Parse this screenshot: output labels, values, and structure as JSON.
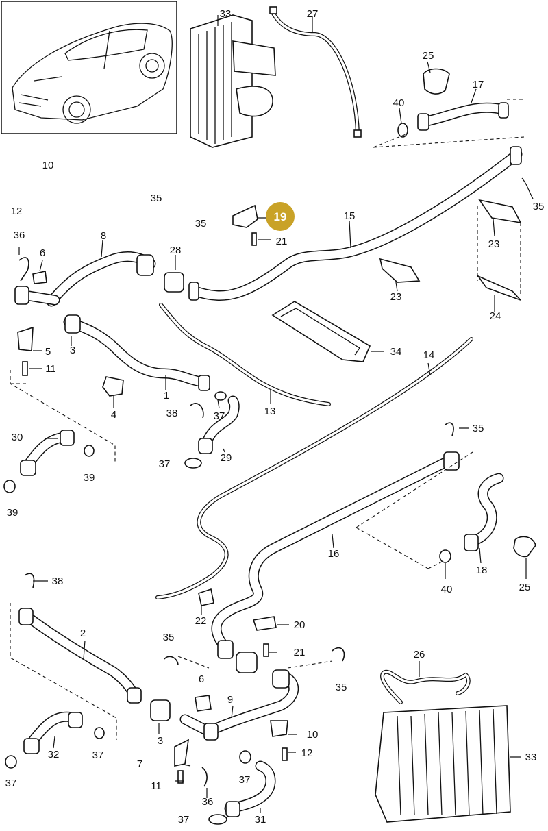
{
  "colors": {
    "highlight": "#C9A227",
    "line": "#111111"
  },
  "callouts": [
    {
      "id": "c33a",
      "text": "33"
    },
    {
      "id": "c27",
      "text": "27"
    },
    {
      "id": "c25a",
      "text": "25"
    },
    {
      "id": "c17",
      "text": "17"
    },
    {
      "id": "c40a",
      "text": "40"
    },
    {
      "id": "c10a",
      "text": "10"
    },
    {
      "id": "c12a",
      "text": "12"
    },
    {
      "id": "c35a",
      "text": "35"
    },
    {
      "id": "c35b",
      "text": "35"
    },
    {
      "id": "c19",
      "text": "19"
    },
    {
      "id": "c21a",
      "text": "21"
    },
    {
      "id": "c15",
      "text": "15"
    },
    {
      "id": "c35c",
      "text": "35"
    },
    {
      "id": "c36a",
      "text": "36"
    },
    {
      "id": "c6a",
      "text": "6"
    },
    {
      "id": "c8",
      "text": "8"
    },
    {
      "id": "c28",
      "text": "28"
    },
    {
      "id": "c23a",
      "text": "23"
    },
    {
      "id": "c23b",
      "text": "23"
    },
    {
      "id": "c24",
      "text": "24"
    },
    {
      "id": "c5",
      "text": "5"
    },
    {
      "id": "c3a",
      "text": "3"
    },
    {
      "id": "c11a",
      "text": "11"
    },
    {
      "id": "c34",
      "text": "34"
    },
    {
      "id": "c14",
      "text": "14"
    },
    {
      "id": "c1",
      "text": "1"
    },
    {
      "id": "c4",
      "text": "4"
    },
    {
      "id": "c38a",
      "text": "38"
    },
    {
      "id": "c37a",
      "text": "37"
    },
    {
      "id": "c13",
      "text": "13"
    },
    {
      "id": "c35d",
      "text": "35"
    },
    {
      "id": "c30",
      "text": "30"
    },
    {
      "id": "c29",
      "text": "29"
    },
    {
      "id": "c39a",
      "text": "39"
    },
    {
      "id": "c37b",
      "text": "37"
    },
    {
      "id": "c39b",
      "text": "39"
    },
    {
      "id": "c16",
      "text": "16"
    },
    {
      "id": "c18",
      "text": "18"
    },
    {
      "id": "c25b",
      "text": "25"
    },
    {
      "id": "c40b",
      "text": "40"
    },
    {
      "id": "c38b",
      "text": "38"
    },
    {
      "id": "c22",
      "text": "22"
    },
    {
      "id": "c20",
      "text": "20"
    },
    {
      "id": "c2",
      "text": "2"
    },
    {
      "id": "c35e",
      "text": "35"
    },
    {
      "id": "c21b",
      "text": "21"
    },
    {
      "id": "c26",
      "text": "26"
    },
    {
      "id": "c35f",
      "text": "35"
    },
    {
      "id": "c6b",
      "text": "6"
    },
    {
      "id": "c9",
      "text": "9"
    },
    {
      "id": "c10b",
      "text": "10"
    },
    {
      "id": "c3b",
      "text": "3"
    },
    {
      "id": "c12b",
      "text": "12"
    },
    {
      "id": "c33b",
      "text": "33"
    },
    {
      "id": "c7",
      "text": "7"
    },
    {
      "id": "c37c",
      "text": "37"
    },
    {
      "id": "c11b",
      "text": "11"
    },
    {
      "id": "c37d",
      "text": "37"
    },
    {
      "id": "c32",
      "text": "32"
    },
    {
      "id": "c37e",
      "text": "37"
    },
    {
      "id": "c36b",
      "text": "36"
    },
    {
      "id": "c37f",
      "text": "37"
    },
    {
      "id": "c31",
      "text": "31"
    }
  ]
}
